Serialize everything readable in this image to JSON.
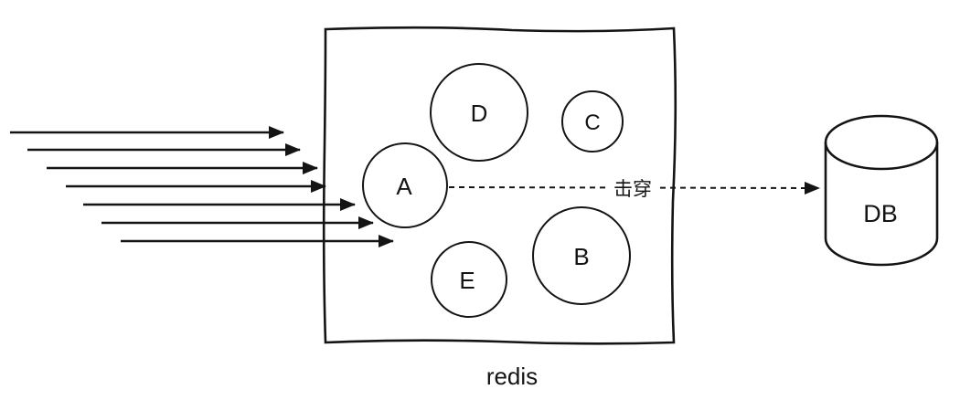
{
  "diagram": {
    "caption": "redis",
    "cache": {
      "label": "redis",
      "keys": [
        {
          "id": "A",
          "label": "A"
        },
        {
          "id": "B",
          "label": "B"
        },
        {
          "id": "C",
          "label": "C"
        },
        {
          "id": "D",
          "label": "D"
        },
        {
          "id": "E",
          "label": "E"
        }
      ]
    },
    "breakdown": {
      "label": "击穿"
    },
    "database": {
      "label": "DB"
    },
    "request_arrows": {
      "count": 7
    },
    "colors": {
      "line": "#141414",
      "background": "#ffffff"
    }
  }
}
